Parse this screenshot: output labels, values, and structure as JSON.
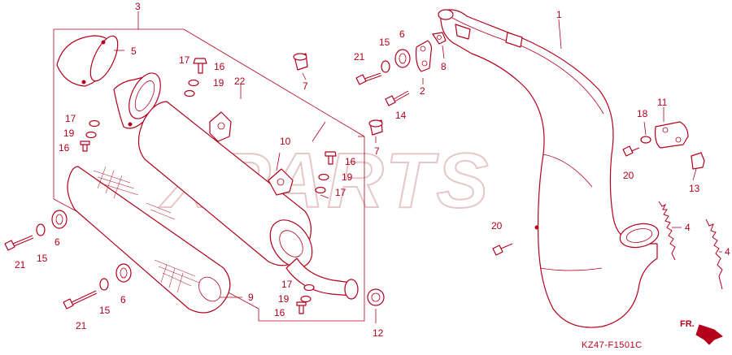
{
  "watermark": "XPARTS",
  "diagram_code": "KZ47-F1501C",
  "direction_label": "FR.",
  "callouts": {
    "c1": "1",
    "c2": "2",
    "c3": "3",
    "c4a": "4",
    "c4b": "4",
    "c5": "5",
    "c6a": "6",
    "c6b": "6",
    "c6c": "6",
    "c7a": "7",
    "c7b": "7",
    "c8": "8",
    "c9": "9",
    "c10": "10",
    "c11": "11",
    "c12": "12",
    "c13": "13",
    "c14": "14",
    "c15a": "15",
    "c15b": "15",
    "c15c": "15",
    "c16a": "16",
    "c16b": "16",
    "c16c": "16",
    "c16d": "16",
    "c17a": "17",
    "c17b": "17",
    "c17c": "17",
    "c17d": "17",
    "c18": "18",
    "c19a": "19",
    "c19b": "19",
    "c19c": "19",
    "c19d": "19",
    "c20a": "20",
    "c20b": "20",
    "c21a": "21",
    "c21b": "21",
    "c21c": "21",
    "c22": "22"
  }
}
